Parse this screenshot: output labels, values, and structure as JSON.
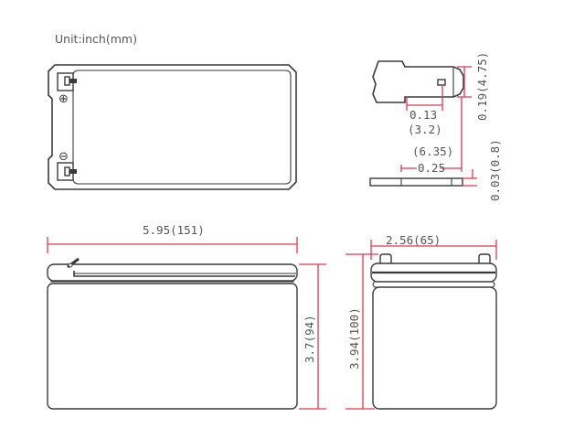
{
  "unit_label": "Unit:inch(mm)",
  "colors": {
    "outline": "#3a3a3a",
    "dimension": "#e0394a",
    "text": "#555555",
    "background": "#ffffff"
  },
  "top_view": {
    "positive_symbol": "⊕",
    "negative_symbol": "⊖"
  },
  "terminal_detail": {
    "hole_offset": "0.13",
    "hole_offset_mm": "(3.2)",
    "height": "0.19(4.75)",
    "width_mm": "(6.35)",
    "width": "0.25",
    "thickness": "0.03(0.8)"
  },
  "front_view": {
    "length": "5.95(151)",
    "height": "3.7(94)"
  },
  "side_view": {
    "width": "2.56(65)",
    "total_height": "3.94(100)"
  }
}
